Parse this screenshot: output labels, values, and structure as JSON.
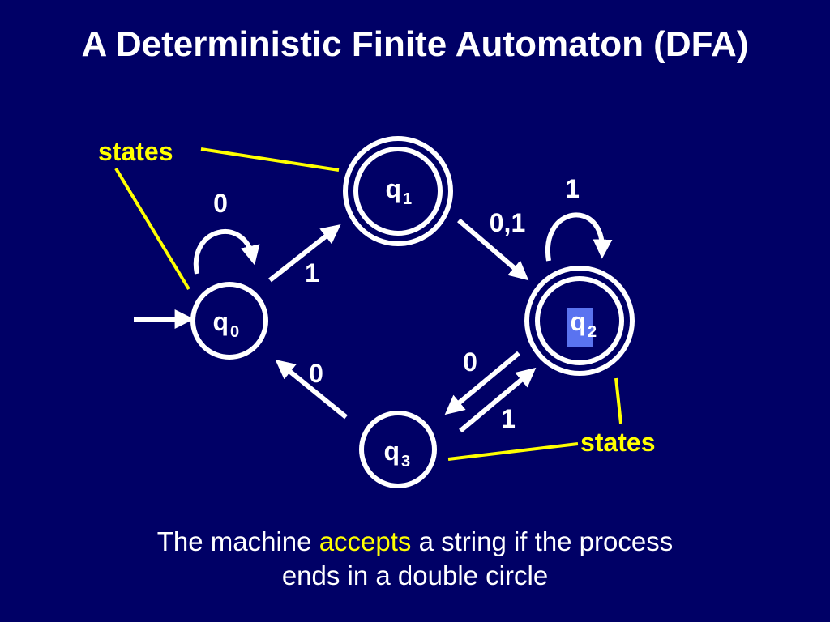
{
  "title": "A Deterministic Finite Automaton (DFA)",
  "colors": {
    "background": "#000066",
    "foreground": "#ffffff",
    "accent": "#ffff00",
    "selection": "#5a73f0"
  },
  "states": [
    {
      "id": "q0",
      "base": "q",
      "sub": "0",
      "accepting": false,
      "start": true
    },
    {
      "id": "q1",
      "base": "q",
      "sub": "1",
      "accepting": true,
      "start": false
    },
    {
      "id": "q2",
      "base": "q",
      "sub": "2",
      "accepting": true,
      "start": false
    },
    {
      "id": "q3",
      "base": "q",
      "sub": "3",
      "accepting": false,
      "start": false
    }
  ],
  "transitions": [
    {
      "from": "q0",
      "to": "q0",
      "label": "0"
    },
    {
      "from": "q0",
      "to": "q1",
      "label": "1"
    },
    {
      "from": "q1",
      "to": "q2",
      "label": "0,1"
    },
    {
      "from": "q2",
      "to": "q2",
      "label": "1"
    },
    {
      "from": "q2",
      "to": "q3",
      "label": "0"
    },
    {
      "from": "q3",
      "to": "q2",
      "label": "1"
    },
    {
      "from": "q3",
      "to": "q0",
      "label": "0"
    }
  ],
  "annotations": {
    "states_top": "states",
    "states_bottom": "states"
  },
  "caption": {
    "part1": "The machine ",
    "highlight": "accepts",
    "part2": " a string if the process",
    "line2": "ends in a double circle"
  }
}
